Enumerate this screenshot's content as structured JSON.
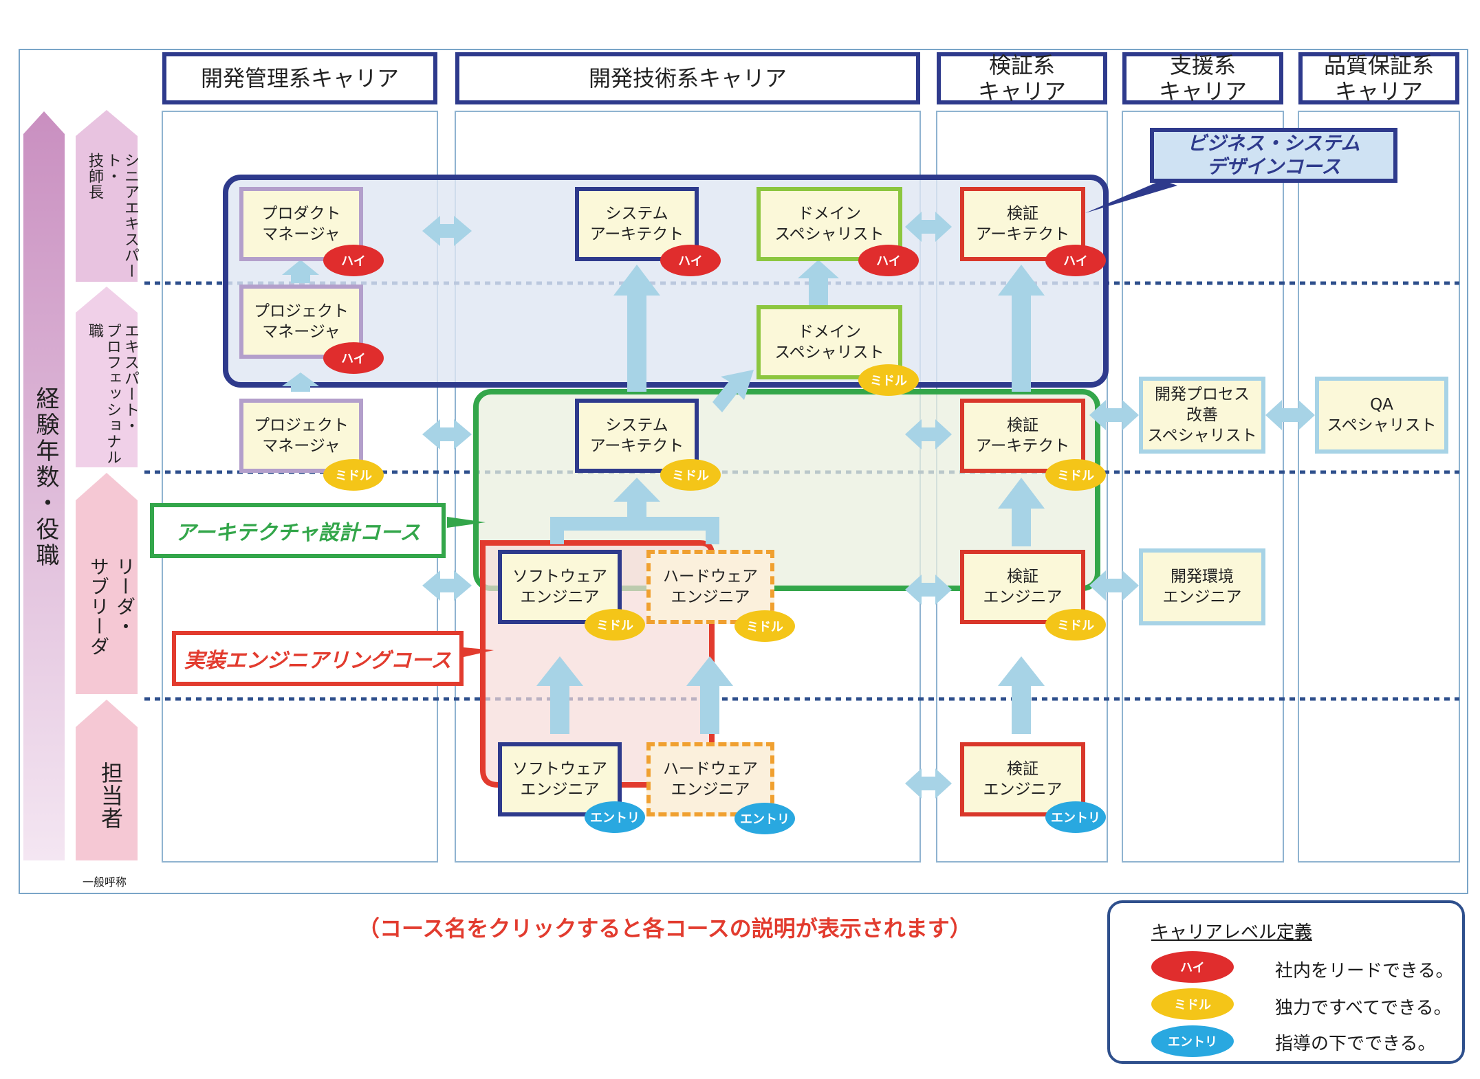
{
  "columns": [
    "開発管理系キャリア",
    "開発技術系キャリア",
    "検証系\nキャリア",
    "支援系\nキャリア",
    "品質保証系\nキャリア"
  ],
  "axis": {
    "main": "経験年数・役職",
    "footer": "一般呼称"
  },
  "levels": [
    "シニアエキスパート・\n技師長",
    "エキスパート・\nプロフェッショナル職",
    "リーダ・\nサブリーダ",
    "担当者"
  ],
  "badges": {
    "high": "ハイ",
    "mid": "ミドル",
    "entry": "エントリ"
  },
  "roles": {
    "product_manager": "プロダクト\nマネージャ",
    "project_manager": "プロジェクト\nマネージャ",
    "system_architect": "システム\nアーキテクト",
    "domain_specialist": "ドメイン\nスペシャリスト",
    "verification_architect": "検証\nアーキテクト",
    "verification_engineer": "検証\nエンジニア",
    "software_engineer": "ソフトウェア\nエンジニア",
    "hardware_engineer": "ハードウェア\nエンジニア",
    "process_specialist": "開発プロセス\n改善\nスペシャリスト",
    "qa_specialist": "QA\nスペシャリスト",
    "devenv_engineer": "開発環境\nエンジニア"
  },
  "courses": {
    "business": "ビジネス・システム\nデザインコース",
    "architecture": "アーキテクチャ設計コース",
    "implementation": "実装エンジニアリングコース"
  },
  "note": "（コース名をクリックすると各コースの説明が表示されます）",
  "legend": {
    "title": "キャリアレベル定義",
    "items": [
      {
        "badge": "ハイ",
        "text": "社内をリードできる。"
      },
      {
        "badge": "ミドル",
        "text": "独力ですべてできる。"
      },
      {
        "badge": "エントリ",
        "text": "指導の下でできる。"
      }
    ]
  },
  "colors": {
    "high": "#e02d2d",
    "mid": "#f4c518",
    "entry": "#29a8e0",
    "navy": "#2e3a8c",
    "green": "#33a64a",
    "red": "#e23b2e",
    "arrow": "#a7d3e6"
  }
}
